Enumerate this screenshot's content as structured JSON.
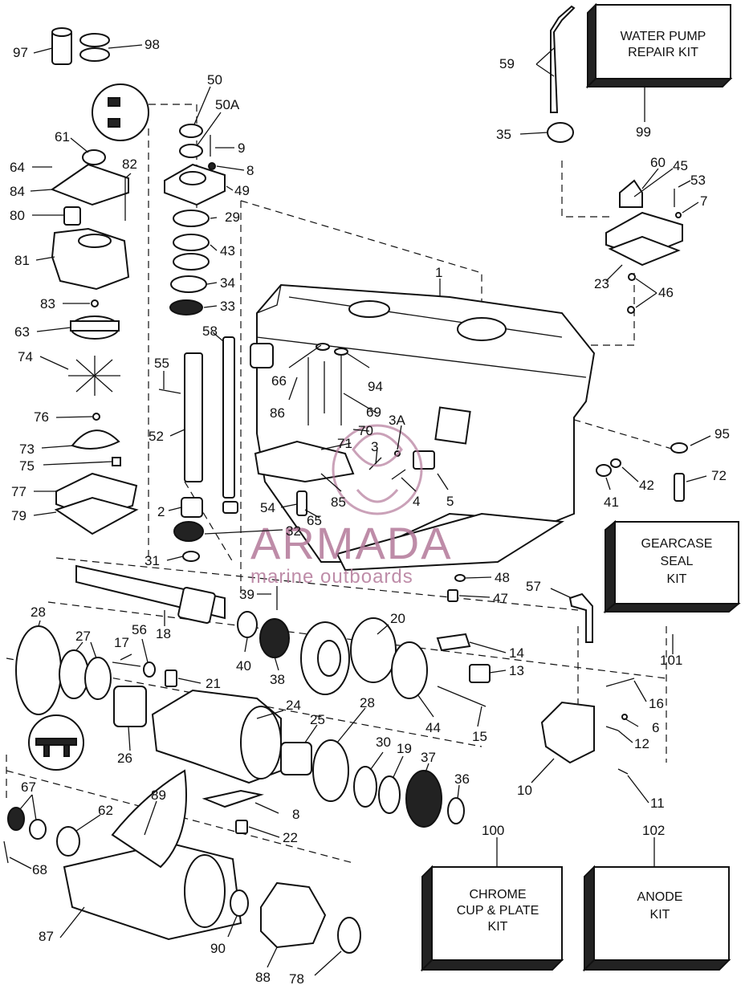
{
  "watermark": {
    "brand": "ARMADA",
    "tagline": "marine outboards",
    "color": "#b3799a"
  },
  "kits": [
    {
      "id": "99",
      "lines": [
        "WATER PUMP",
        "REPAIR KIT"
      ]
    },
    {
      "id": "101",
      "lines": [
        "GEARCASE",
        "SEAL",
        "KIT"
      ]
    },
    {
      "id": "100",
      "lines": [
        "CHROME",
        "CUP & PLATE",
        "KIT"
      ]
    },
    {
      "id": "102",
      "lines": [
        "ANODE",
        "KIT"
      ]
    }
  ],
  "callouts": [
    "97",
    "98",
    "50",
    "50A",
    "9",
    "8",
    "61",
    "64",
    "82",
    "84",
    "49",
    "80",
    "29",
    "81",
    "43",
    "34",
    "83",
    "33",
    "63",
    "58",
    "55",
    "74",
    "52",
    "76",
    "73",
    "75",
    "77",
    "79",
    "2",
    "31",
    "32",
    "28",
    "18",
    "27",
    "17",
    "56",
    "21",
    "26",
    "40",
    "38",
    "39",
    "20",
    "14",
    "13",
    "16",
    "24",
    "25",
    "28",
    "44",
    "15",
    "6",
    "12",
    "30",
    "19",
    "37",
    "36",
    "10",
    "11",
    "67",
    "62",
    "89",
    "8",
    "22",
    "68",
    "87",
    "90",
    "88",
    "78",
    "59",
    "35",
    "60",
    "45",
    "53",
    "7",
    "23",
    "46",
    "1",
    "66",
    "94",
    "86",
    "69",
    "3A",
    "70",
    "71",
    "3",
    "5",
    "4",
    "85",
    "54",
    "65",
    "95",
    "42",
    "41",
    "72",
    "48",
    "47",
    "57",
    "100",
    "102",
    "101",
    "99"
  ]
}
